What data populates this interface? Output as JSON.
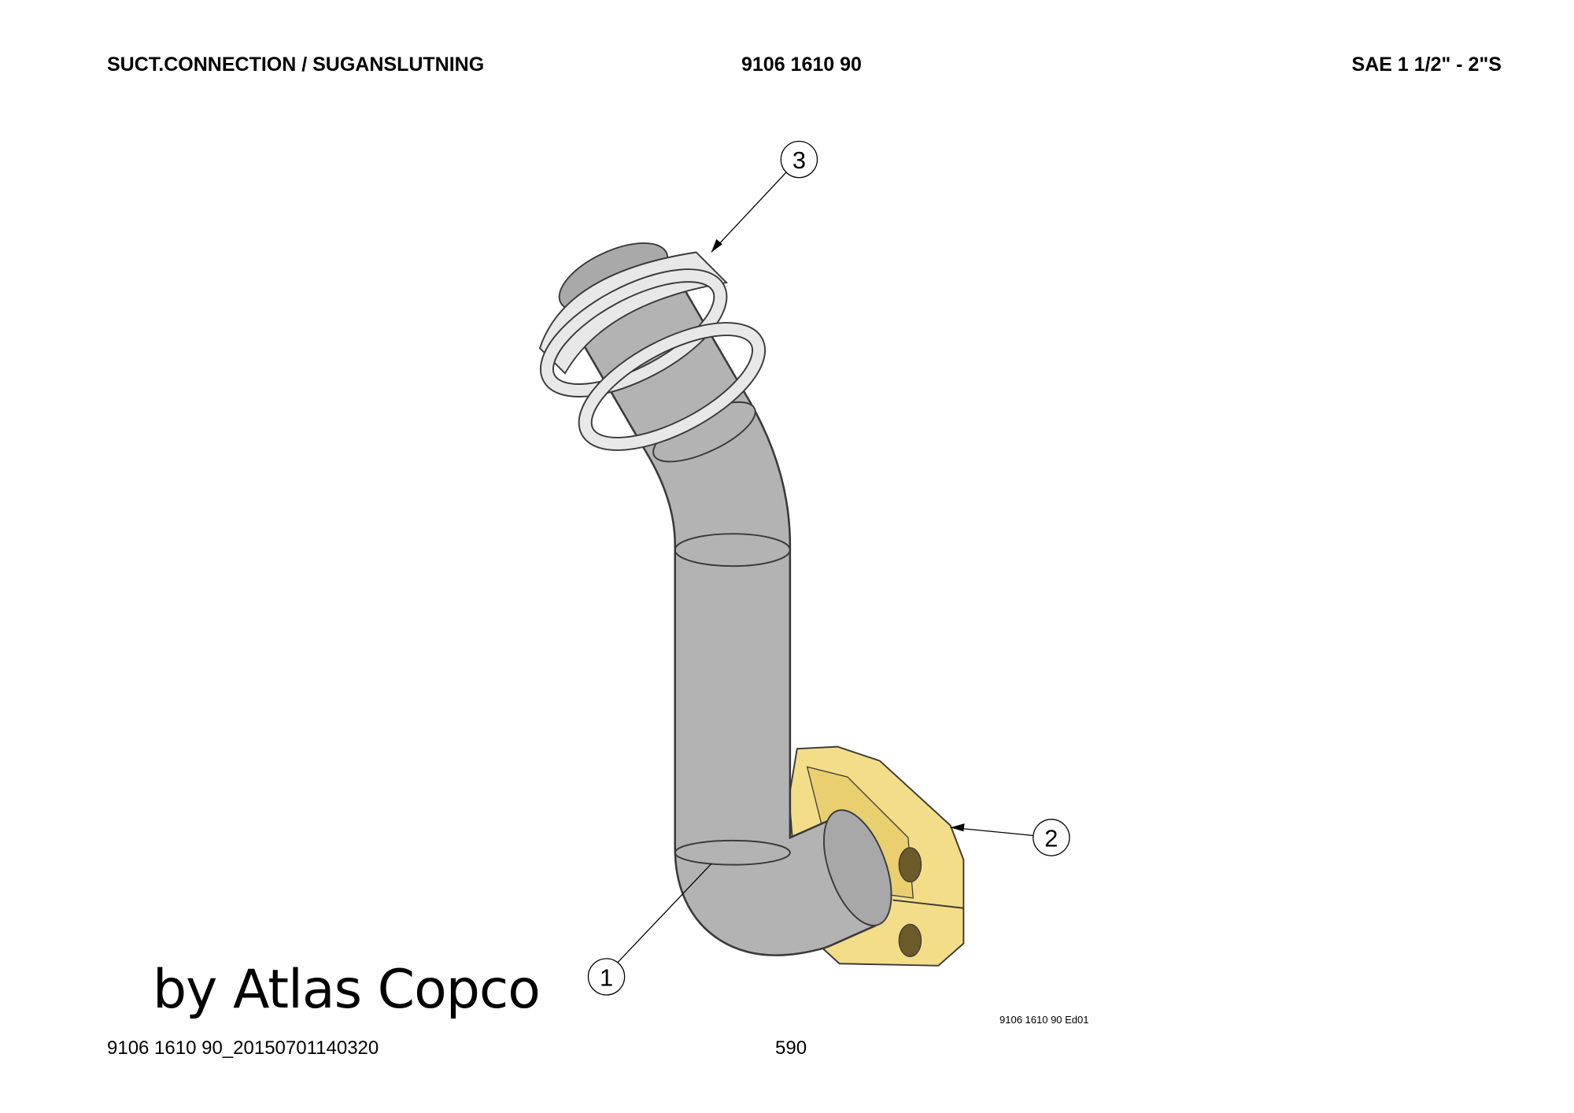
{
  "header": {
    "title": "SUCT.CONNECTION / SUGANSLUTNING",
    "part_number": "9106 1610 90",
    "size": "SAE 1 1/2\" - 2\"S"
  },
  "drawing": {
    "callouts": [
      "1",
      "2",
      "3"
    ],
    "edition": "9106 1610 90 Ed01",
    "colors": {
      "tube": "#b3b3b3",
      "ring": "#e8e8e8",
      "flange": "#f3dd88",
      "outline": "#3a3a3a"
    }
  },
  "watermark": "by Atlas Copco",
  "footer": {
    "document_id": "9106 1610 90_20150701140320",
    "page_number": "590"
  }
}
